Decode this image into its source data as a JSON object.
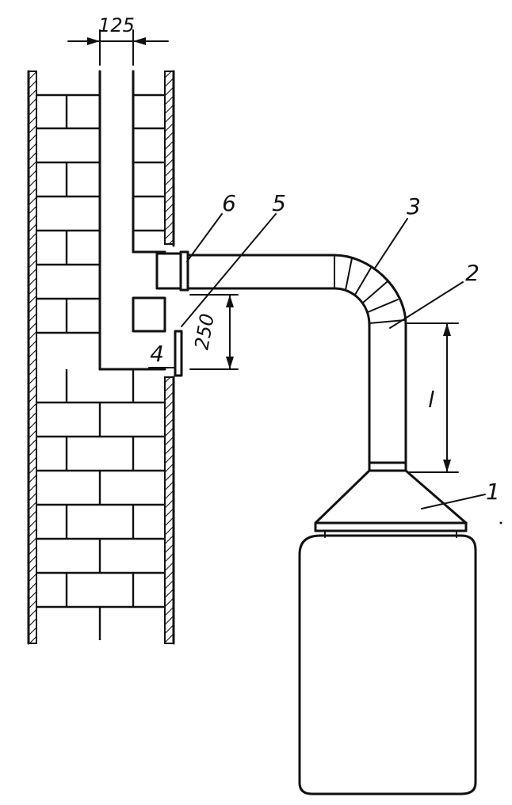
{
  "dimensions": {
    "flue_width": "125",
    "offset": "250",
    "length": "l"
  },
  "labels": {
    "hood": "1",
    "vertical_pipe": "2",
    "elbow": "3",
    "lower_inlet": "4",
    "sleeve": "5",
    "upper_inlet": "6"
  }
}
